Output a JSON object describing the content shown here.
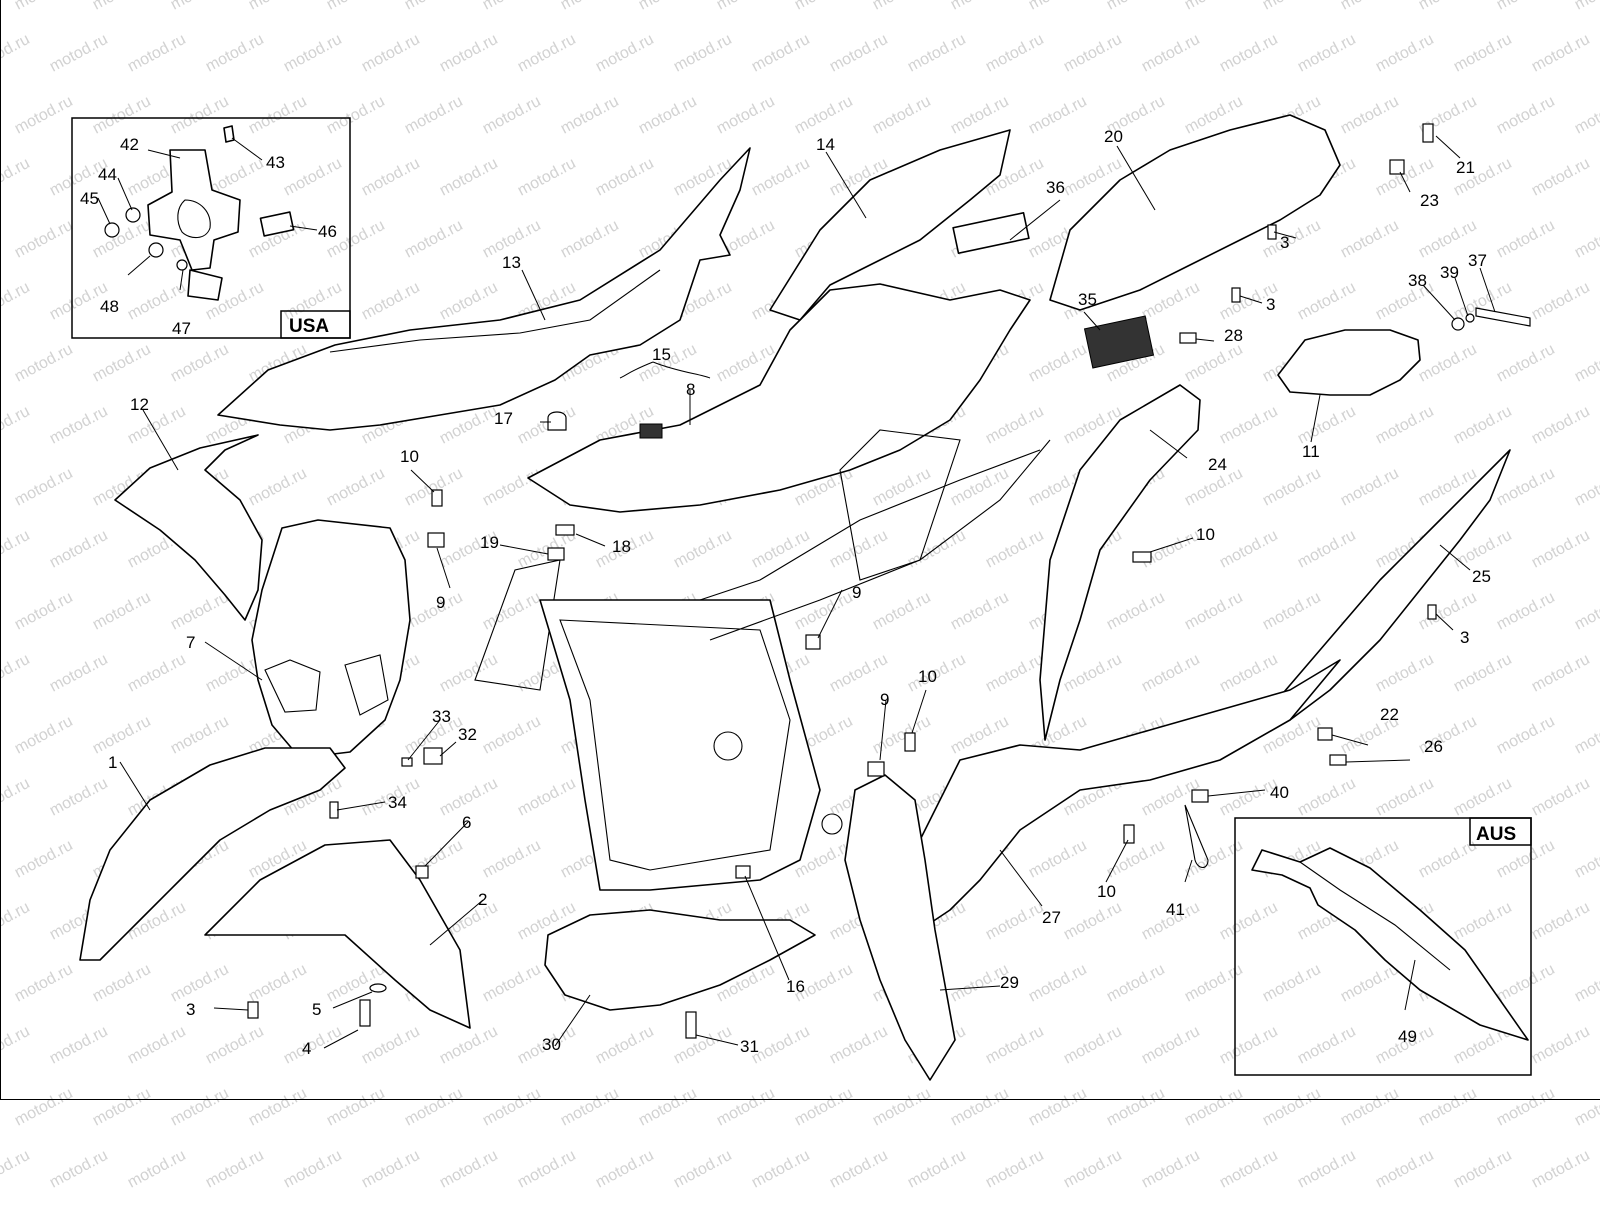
{
  "watermark": "motod.ru",
  "insets": {
    "usa": {
      "tag": "USA"
    },
    "aus": {
      "tag": "AUS"
    }
  },
  "callouts": [
    {
      "id": "c1",
      "label": "1"
    },
    {
      "id": "c2",
      "label": "2"
    },
    {
      "id": "c3a",
      "label": "3"
    },
    {
      "id": "c3b",
      "label": "3"
    },
    {
      "id": "c3c",
      "label": "3"
    },
    {
      "id": "c3d",
      "label": "3"
    },
    {
      "id": "c4",
      "label": "4"
    },
    {
      "id": "c5",
      "label": "5"
    },
    {
      "id": "c6",
      "label": "6"
    },
    {
      "id": "c7",
      "label": "7"
    },
    {
      "id": "c8",
      "label": "8"
    },
    {
      "id": "c9a",
      "label": "9"
    },
    {
      "id": "c9b",
      "label": "9"
    },
    {
      "id": "c9c",
      "label": "9"
    },
    {
      "id": "c10a",
      "label": "10"
    },
    {
      "id": "c10b",
      "label": "10"
    },
    {
      "id": "c10c",
      "label": "10"
    },
    {
      "id": "c10d",
      "label": "10"
    },
    {
      "id": "c11",
      "label": "11"
    },
    {
      "id": "c12",
      "label": "12"
    },
    {
      "id": "c13",
      "label": "13"
    },
    {
      "id": "c14",
      "label": "14"
    },
    {
      "id": "c15",
      "label": "15"
    },
    {
      "id": "c16",
      "label": "16"
    },
    {
      "id": "c17",
      "label": "17"
    },
    {
      "id": "c18",
      "label": "18"
    },
    {
      "id": "c19",
      "label": "19"
    },
    {
      "id": "c20",
      "label": "20"
    },
    {
      "id": "c21",
      "label": "21"
    },
    {
      "id": "c22",
      "label": "22"
    },
    {
      "id": "c23",
      "label": "23"
    },
    {
      "id": "c24",
      "label": "24"
    },
    {
      "id": "c25",
      "label": "25"
    },
    {
      "id": "c26",
      "label": "26"
    },
    {
      "id": "c27",
      "label": "27"
    },
    {
      "id": "c28",
      "label": "28"
    },
    {
      "id": "c29",
      "label": "29"
    },
    {
      "id": "c30",
      "label": "30"
    },
    {
      "id": "c31",
      "label": "31"
    },
    {
      "id": "c32",
      "label": "32"
    },
    {
      "id": "c33",
      "label": "33"
    },
    {
      "id": "c34",
      "label": "34"
    },
    {
      "id": "c35",
      "label": "35"
    },
    {
      "id": "c36",
      "label": "36"
    },
    {
      "id": "c37",
      "label": "37"
    },
    {
      "id": "c38",
      "label": "38"
    },
    {
      "id": "c39",
      "label": "39"
    },
    {
      "id": "c40",
      "label": "40"
    },
    {
      "id": "c41",
      "label": "41"
    },
    {
      "id": "c42",
      "label": "42"
    },
    {
      "id": "c43",
      "label": "43"
    },
    {
      "id": "c44",
      "label": "44"
    },
    {
      "id": "c45",
      "label": "45"
    },
    {
      "id": "c46",
      "label": "46"
    },
    {
      "id": "c47",
      "label": "47"
    },
    {
      "id": "c48",
      "label": "48"
    },
    {
      "id": "c49",
      "label": "49"
    }
  ]
}
